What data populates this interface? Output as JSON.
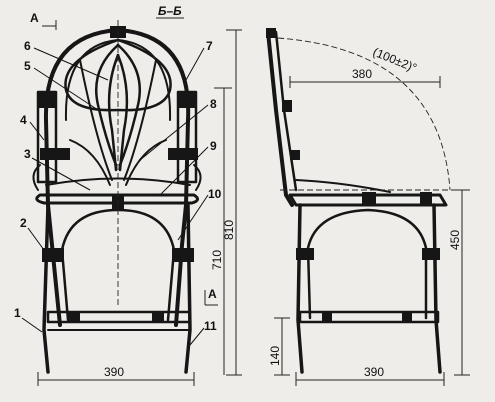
{
  "section_title": "Б–Б",
  "section_marker": "А",
  "section_marker_low": "A",
  "part_labels": [
    "1",
    "2",
    "3",
    "4",
    "5",
    "6",
    "7",
    "8",
    "9",
    "10",
    "11"
  ],
  "dimensions": {
    "front_width": "390",
    "side_width": "390",
    "height_total": "810",
    "height_seat": "710",
    "seat_depth": "380",
    "height_arm": "450",
    "height_rail": "140",
    "back_angle": "(100±2)°"
  }
}
